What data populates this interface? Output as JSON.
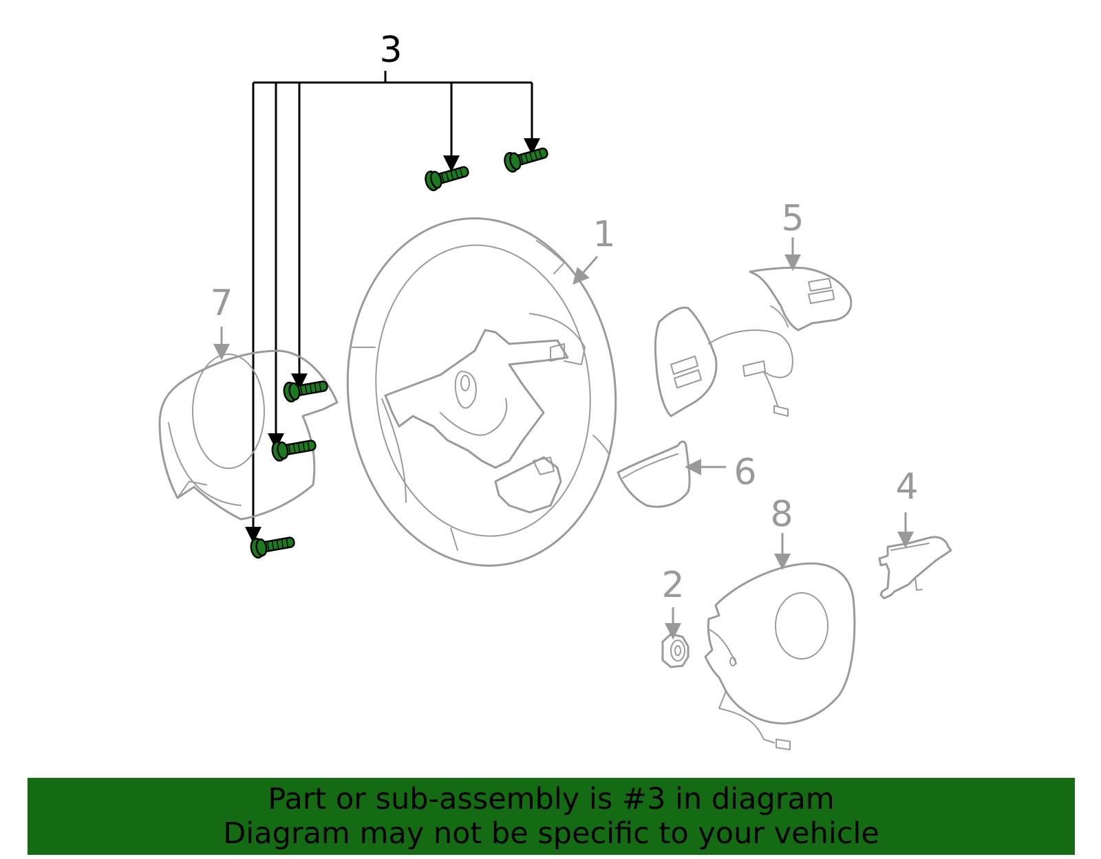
{
  "callouts": {
    "c1": "1",
    "c2": "2",
    "c3": "3",
    "c4": "4",
    "c5": "5",
    "c6": "6",
    "c7": "7",
    "c8": "8"
  },
  "highlighted_part": "3",
  "colors": {
    "highlight_fill": "#1e7a1e",
    "part_line": "#9a9a9a",
    "banner_bg": "#156b13",
    "banner_text": "#000000"
  },
  "banner": {
    "line1": "Part or sub-assembly is #3 in diagram",
    "line2": "Diagram may not be specific to your vehicle"
  }
}
